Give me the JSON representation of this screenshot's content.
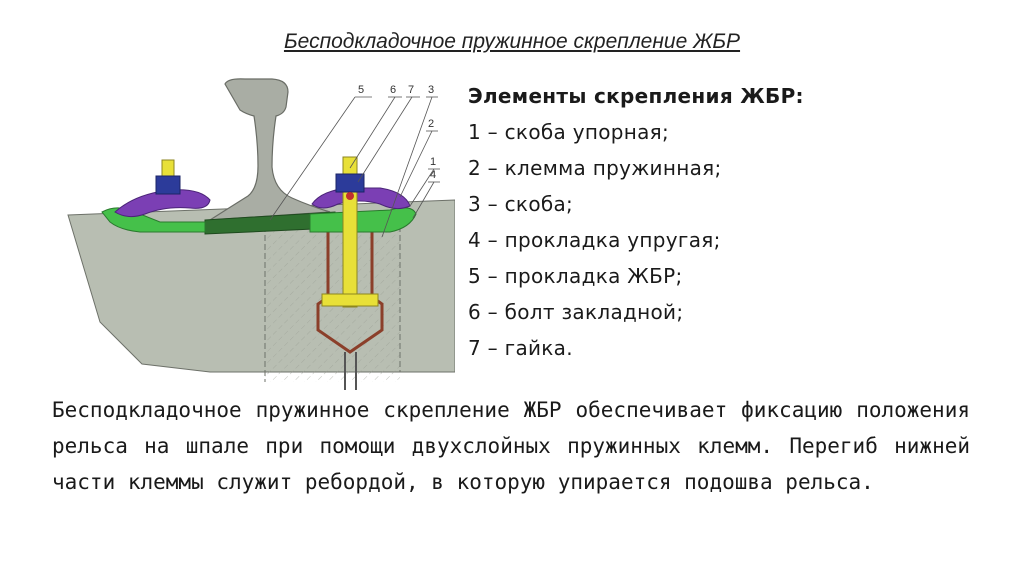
{
  "slide": {
    "title": "Бесподкладочное пружинное скрепление ЖБР",
    "legend": {
      "heading": "Элементы скрепления ЖБР:",
      "items": [
        "1 – скоба упорная;",
        "2 – клемма пружинная;",
        "3 – скоба;",
        "4 – прокладка упругая;",
        "5 – прокладка ЖБР;",
        "6 – болт закладной;",
        "7 – гайка."
      ]
    },
    "description": "Бесподкладочное пружинное скрепление ЖБР обеспечивает фиксацию положения рельса на шпале при помощи двухслойных пружинных клемм. Перегиб нижней части клеммы служит ребордой, в которую упирается подошва рельса."
  },
  "diagram": {
    "callouts": [
      "5",
      "6",
      "7",
      "3",
      "2",
      "1",
      "4"
    ],
    "colors": {
      "sleeper": "#b8beb2",
      "rail": "#a9ada4",
      "clamp": "#7b3fb4",
      "pad": "#2f6f2f",
      "green_clip": "#45c04a",
      "bolt": "#e8e038",
      "nut": "#2c3b9a",
      "channel": "#8b3f2a"
    }
  }
}
